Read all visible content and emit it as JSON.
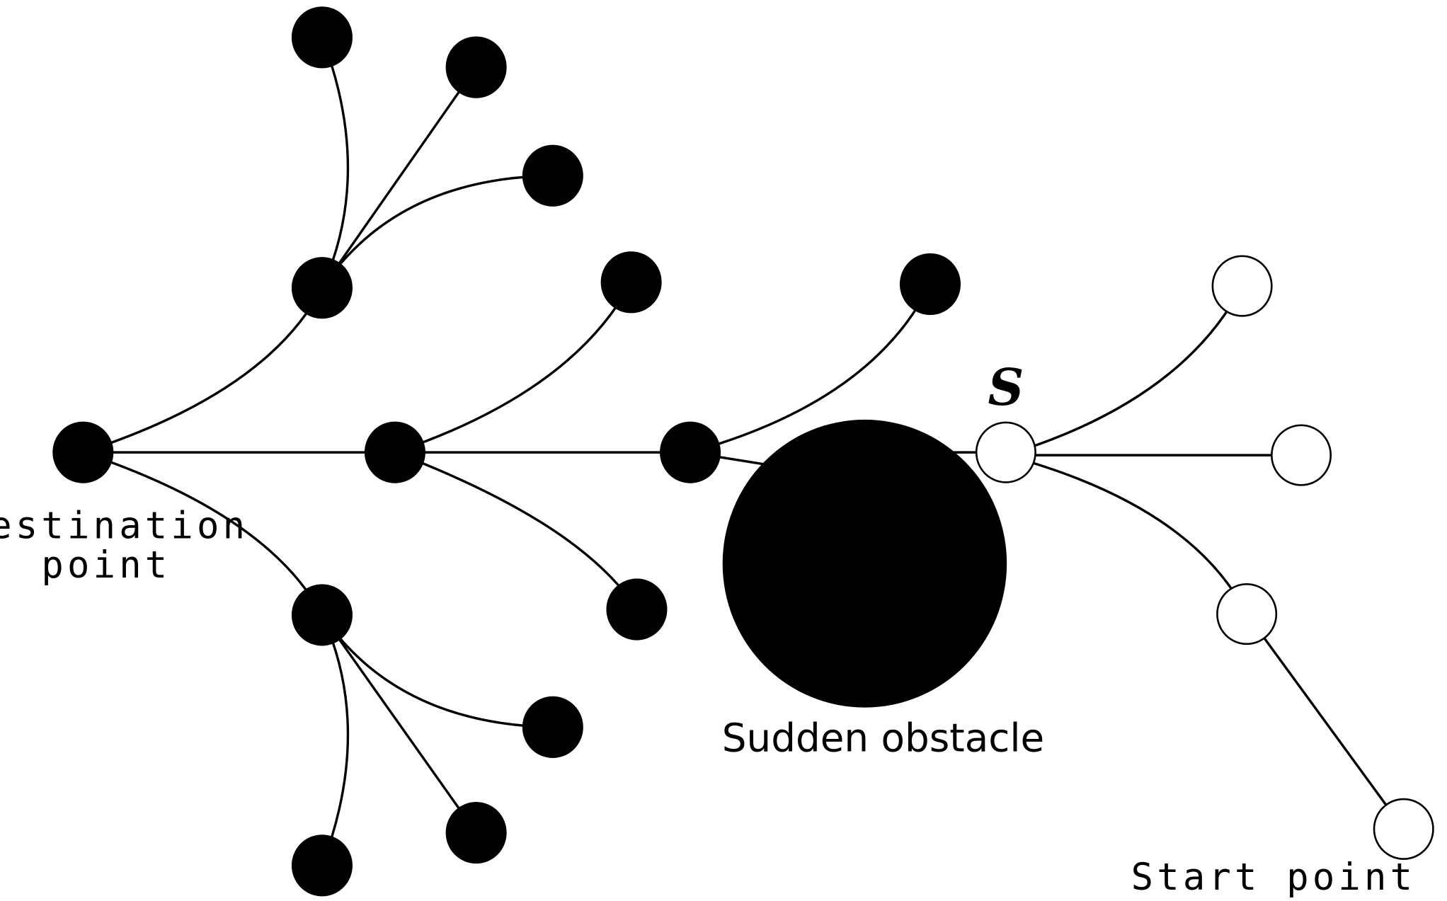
{
  "labels": {
    "destination": [
      "Destination",
      "point"
    ],
    "obstacle": "Sudden obstacle",
    "start": "Start point",
    "s_node": "S"
  },
  "colors": {
    "explored": "#000000",
    "unexplored": "#ffffff",
    "edge": "#000000"
  }
}
